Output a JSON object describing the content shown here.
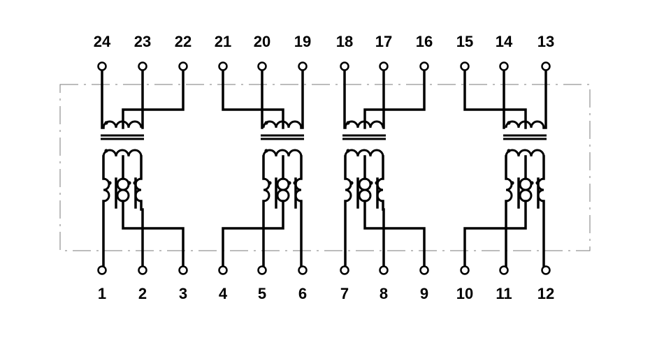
{
  "top_pins": [
    "24",
    "23",
    "22",
    "21",
    "20",
    "19",
    "18",
    "17",
    "16",
    "15",
    "14",
    "13"
  ],
  "bottom_pins": [
    "1",
    "2",
    "3",
    "4",
    "5",
    "6",
    "7",
    "8",
    "9",
    "10",
    "11",
    "12"
  ],
  "colors": {
    "ink": "#000000",
    "outline": "#7a7a7a",
    "background": "#ffffff"
  }
}
